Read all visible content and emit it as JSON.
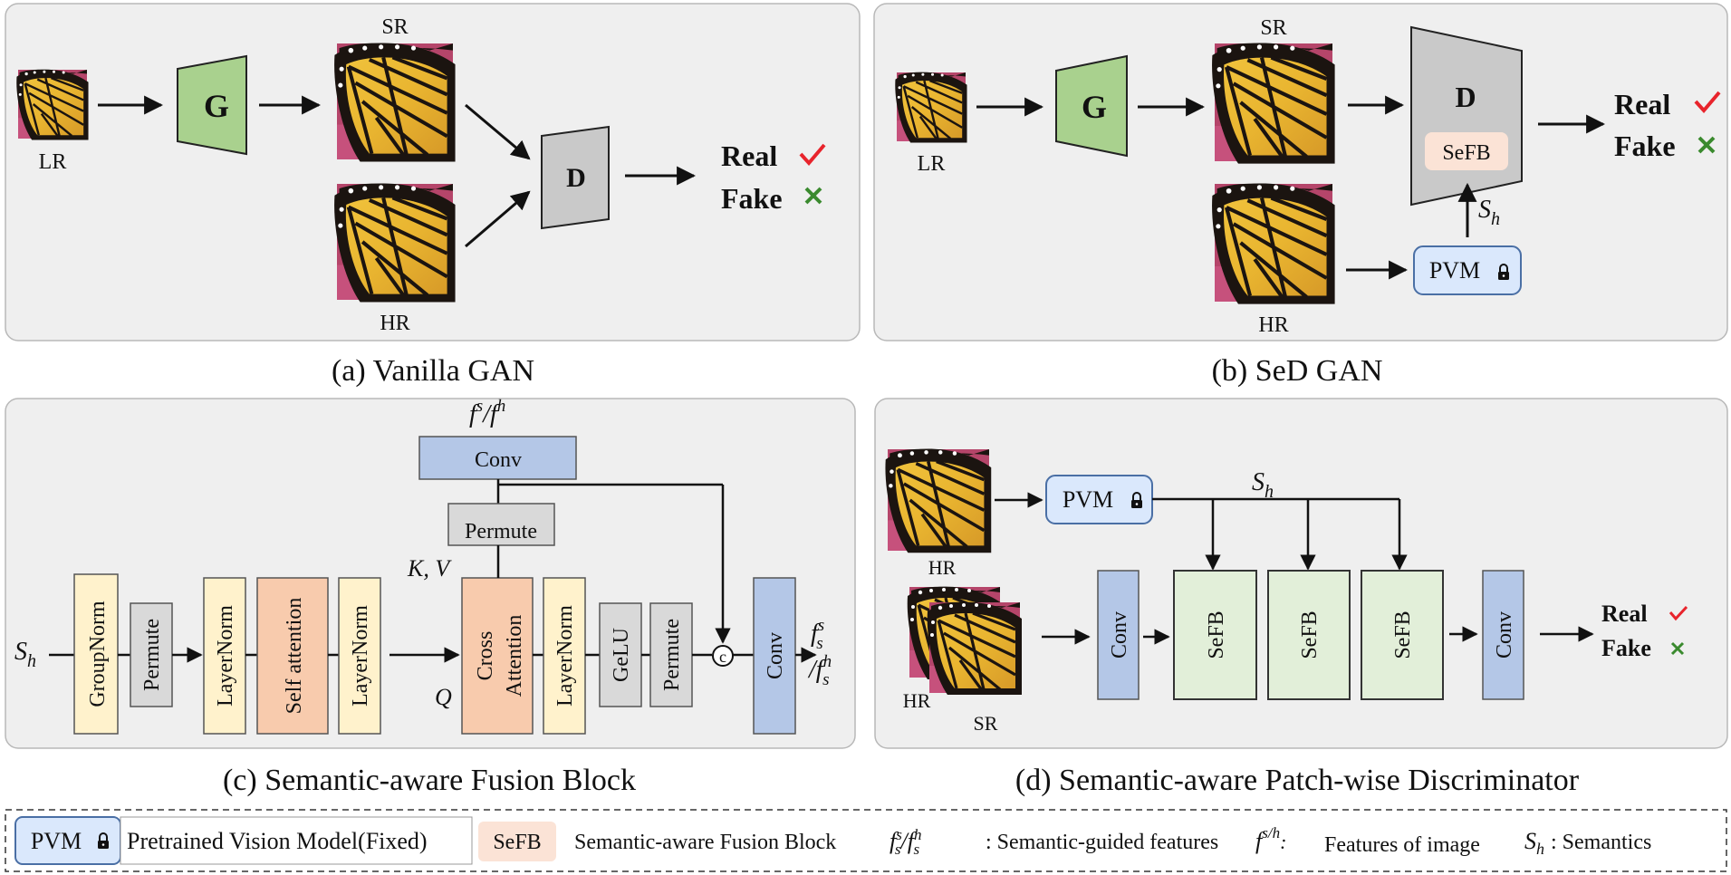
{
  "panels": {
    "a": {
      "caption": "(a) Vanilla GAN",
      "lr": "LR",
      "sr": "SR",
      "hr": "HR",
      "generator": "G",
      "discriminator": "D",
      "real": "Real",
      "fake": "Fake"
    },
    "b": {
      "caption": "(b) SeD GAN",
      "lr": "LR",
      "sr": "SR",
      "hr": "HR",
      "generator": "G",
      "discriminator": "D",
      "sefb": "SeFB",
      "pvm": "PVM",
      "sh": "S",
      "sh_sub": "h",
      "real": "Real",
      "fake": "Fake"
    },
    "c": {
      "caption": "(c) Semantic-aware Fusion Block",
      "sh": "S",
      "sh_sub": "h",
      "groupnorm": "GroupNorm",
      "permute1": "Permute",
      "layernorm1": "LayerNorm",
      "self_attention": "Self attention",
      "layernorm2": "LayerNorm",
      "cross_attention_1": "Cross",
      "cross_attention_2": "Attention",
      "layernorm3": "LayerNorm",
      "gelu": "GeLU",
      "permute2": "Permute",
      "conv_out": "Conv",
      "conv_top": "Conv",
      "permute_top": "Permute",
      "concat": "c",
      "kv": "K, V",
      "q": "Q",
      "feat_in": "f",
      "feat_in_sup": "s",
      "feat_in_sep": "/",
      "feat_in_sup2": "h",
      "out_f": "f",
      "out_sub": "s",
      "out_sup1": "s",
      "out_sup2": "h",
      "out_sep": "/"
    },
    "d": {
      "caption": "(d) Semantic-aware Patch-wise Discriminator",
      "hr": "HR",
      "hr2": "HR",
      "sr": "SR",
      "pvm": "PVM",
      "sh": "S",
      "sh_sub": "h",
      "conv1": "Conv",
      "sefb1": "SeFB",
      "sefb2": "SeFB",
      "sefb3": "SeFB",
      "conv2": "Conv",
      "real": "Real",
      "fake": "Fake"
    }
  },
  "legend": {
    "pvm": "PVM",
    "pvm_desc": "Pretrained Vision Model(Fixed)",
    "sefb": "SeFB",
    "sefb_desc": "Semantic-aware Fusion Block",
    "feat_desc": ": Semantic-guided features",
    "fimg_desc": "Features of image",
    "sh_desc": ": Semantics"
  },
  "colors": {
    "panel_bg": "#efefef",
    "generator": "#a9d18e",
    "discriminator": "#c9c9c9",
    "pvm": "#dae8fc",
    "sefb_pink": "#fbe3d6",
    "sefb_green": "#e2efd9",
    "conv_blue": "#b4c7e7",
    "norm_yellow": "#fff2cc",
    "attention_orange": "#f8cbad",
    "permute_gray": "#d9d9d9",
    "check_red": "#e8242c",
    "cross_green": "#3a8a2e"
  }
}
